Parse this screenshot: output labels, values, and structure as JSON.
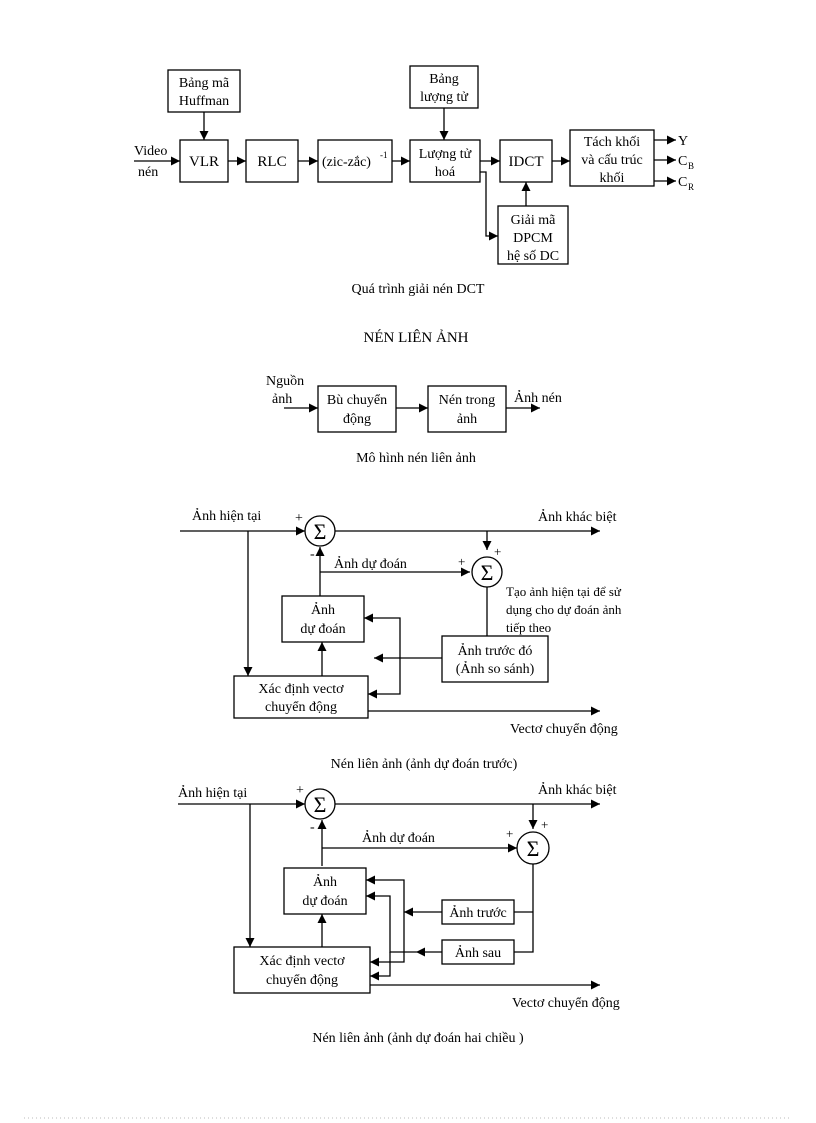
{
  "decoder": {
    "input_line1": "Video",
    "input_line2": "nén",
    "huffman_line1": "Bảng mã",
    "huffman_line2": "Huffman",
    "vlr": "VLR",
    "rlc": "RLC",
    "zigzag": "(zic-zắc)",
    "zigzag_exp": "-1",
    "quant_table_line1": "Bảng",
    "quant_table_line2": "lượng tử",
    "quant_line1": "Lượng tử",
    "quant_line2": "hoá",
    "idct": "IDCT",
    "dpcm_line1": "Giải mã",
    "dpcm_line2": "DPCM",
    "dpcm_line3": "hệ số DC",
    "split_line1": "Tách khối",
    "split_line2": "và cấu trúc",
    "split_line3": "khối",
    "out_y": "Y",
    "out_cb": "C",
    "out_cb_sub": "B",
    "out_cr": "C",
    "out_cr_sub": "R",
    "caption": "Quá trình giải nén DCT"
  },
  "section_title": "NÉN LIÊN ẢNH",
  "model": {
    "source_line1": "Nguồn",
    "source_line2": "ảnh",
    "comp_line1": "Bù chuyển",
    "comp_line2": "động",
    "intra_line1": "Nén trong",
    "intra_line2": "ảnh",
    "output": "Ảnh nén",
    "caption": "Mô hình nén liên ảnh"
  },
  "forward": {
    "current": "Ảnh hiện tại",
    "plus": "+",
    "minus": "-",
    "sigma": "Σ",
    "diff": "Ảnh khác biệt",
    "pred_label": "Ảnh dự đoán",
    "pred_box_line1": "Ảnh",
    "pred_box_line2": "dự đoán",
    "note_line1": "Tạo ảnh hiện tại để sử",
    "note_line2": "dụng cho dự đoán ảnh",
    "note_line3": "tiếp theo",
    "prev_line1": "Ảnh trước đó",
    "prev_line2": "(Ảnh so sánh)",
    "motion_line1": "Xác định vectơ",
    "motion_line2": "chuyển động",
    "vector": "Vectơ chuyển động",
    "caption": "Nén liên ảnh (ảnh dự đoán trước)"
  },
  "bidir": {
    "current": "Ảnh hiện tại",
    "plus": "+",
    "minus": "-",
    "sigma": "Σ",
    "diff": "Ảnh khác biệt",
    "pred_label": "Ảnh dự đoán",
    "pred_box_line1": "Ảnh",
    "pred_box_line2": "dự đoán",
    "prev": "Ảnh trước",
    "next": "Ảnh sau",
    "motion_line1": "Xác định vectơ",
    "motion_line2": "chuyển động",
    "vector": "Vectơ chuyển động",
    "caption": "Nén liên ảnh (ảnh dự đoán hai chiều )"
  }
}
